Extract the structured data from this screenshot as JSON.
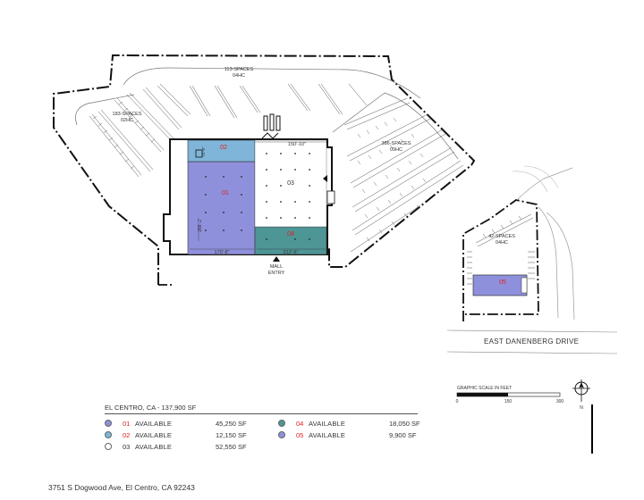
{
  "property": {
    "title": "EL CENTRO, CA - 137,900 SF",
    "address": "3751 S Dogwood Ave, El Centro, CA 92243"
  },
  "parking": {
    "north": {
      "spaces": "113-SPACES",
      "hc": "04HC"
    },
    "west": {
      "spaces": "183-SPACES",
      "hc": "02HC"
    },
    "east": {
      "spaces": "386-SPACES",
      "hc": "09HC"
    },
    "pad": {
      "spaces": "42-SPACES",
      "hc": "04HC"
    }
  },
  "dimensions": {
    "top": "150'-10\"",
    "small": "74'-8\"",
    "left": "269'-2\"",
    "bottom_left": "170'-8\"",
    "bottom_right": "212'-6\""
  },
  "labels": {
    "mall_entry_1": "MALL",
    "mall_entry_2": "ENTRY",
    "street": "EAST DANENBERG DRIVE",
    "scale_title": "GRAPHIC SCALE IN FEET",
    "scale_ticks": [
      "0",
      "150",
      "300"
    ],
    "north": "N"
  },
  "legend": [
    {
      "num": "01",
      "status": "AVAILABLE",
      "sf": "45,250 SF",
      "color": "#8f90dc",
      "num_color": "#e02020"
    },
    {
      "num": "02",
      "status": "AVAILABLE",
      "sf": "12,150 SF",
      "color": "#7fb5d8",
      "num_color": "#e02020"
    },
    {
      "num": "03",
      "status": "AVAILABLE",
      "sf": "52,550 SF",
      "color": "#ffffff",
      "num_color": "#333333"
    },
    {
      "num": "04",
      "status": "AVAILABLE",
      "sf": "18,050 SF",
      "color": "#4e9596",
      "num_color": "#e02020"
    },
    {
      "num": "05",
      "status": "AVAILABLE",
      "sf": "9,900 SF",
      "color": "#8f90dc",
      "num_color": "#e02020"
    }
  ],
  "colors": {
    "suite_blue": "#8f90dc",
    "suite_lightblue": "#7fb5d8",
    "suite_teal": "#4e9596",
    "suite_number_red": "#e02020",
    "outline": "#111111"
  }
}
